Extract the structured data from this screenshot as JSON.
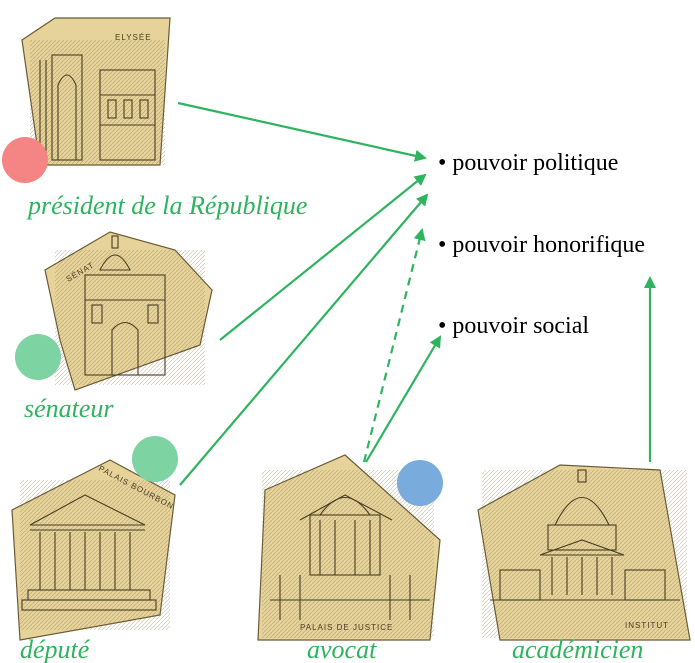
{
  "colors": {
    "arrow": "#2eb35f",
    "label": "#2eb35f",
    "dot_red": "#f58484",
    "dot_green": "#7dd3a2",
    "dot_blue": "#79abdc"
  },
  "powers": {
    "politique": "• pouvoir politique",
    "honorifique": "• pouvoir honorifique",
    "social": "• pouvoir social"
  },
  "roles": {
    "president": {
      "label": "président de la République",
      "building_caption": "ELYSÉE",
      "dot": "red"
    },
    "senateur": {
      "label": "sénateur",
      "building_caption": "SÉNAT",
      "dot": "green"
    },
    "depute": {
      "label": "député",
      "building_caption": "PALAIS BOURBON",
      "dot": "green"
    },
    "avocat": {
      "label": "avocat",
      "building_caption": "PALAIS DE JUSTICE",
      "dot": "blue"
    },
    "academicien": {
      "label": "académicien",
      "building_caption": "INSTITUT"
    }
  },
  "edges": [
    {
      "from": "president",
      "to": "politique",
      "style": "solid"
    },
    {
      "from": "senateur",
      "to": "politique",
      "style": "solid"
    },
    {
      "from": "depute",
      "to": "politique",
      "style": "solid"
    },
    {
      "from": "avocat",
      "to": "honorifique",
      "style": "dashed"
    },
    {
      "from": "avocat",
      "to": "social",
      "style": "solid"
    },
    {
      "from": "academicien",
      "to": "honorifique",
      "style": "solid"
    }
  ]
}
